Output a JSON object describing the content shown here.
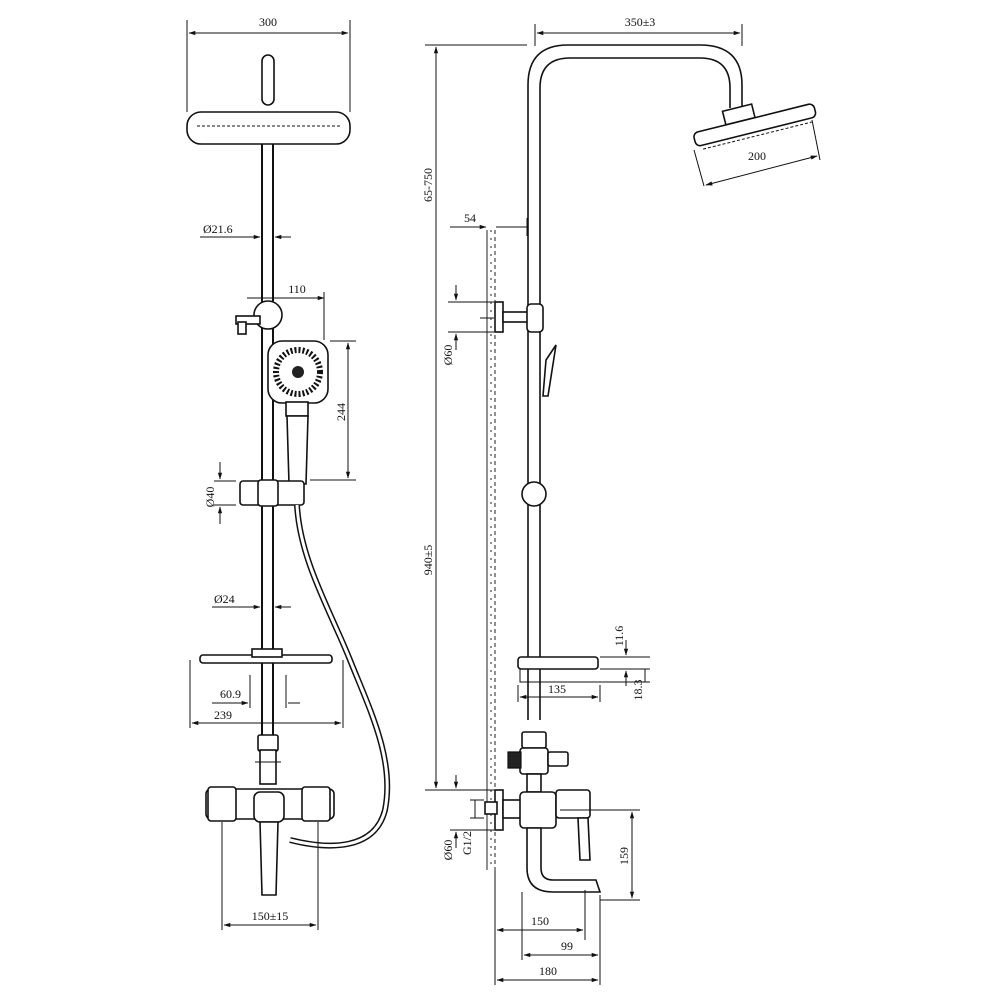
{
  "dimensions": {
    "front": {
      "head_width": "300",
      "pipe_dia_upper": "Ø21.6",
      "handshower_offset": "110",
      "handshower_height": "244",
      "holder_dia": "Ø40",
      "pipe_dia_lower": "Ø24",
      "shelf_inner": "60.9",
      "shelf_width": "239",
      "valve_centers": "150±15"
    },
    "side": {
      "arm_reach": "350±3",
      "head_dia": "200",
      "height_adjust": "65-750",
      "wall_offset": "54",
      "bracket_dia": "Ø60",
      "total_height": "940±5",
      "shelf_thick_top": "11.6",
      "shelf_depth": "135",
      "shelf_thick": "18.3",
      "escutcheon_dia": "Ø60",
      "thread": "G1/2",
      "spout_height": "159",
      "depth_150": "150",
      "depth_99": "99",
      "depth_180": "180"
    }
  }
}
